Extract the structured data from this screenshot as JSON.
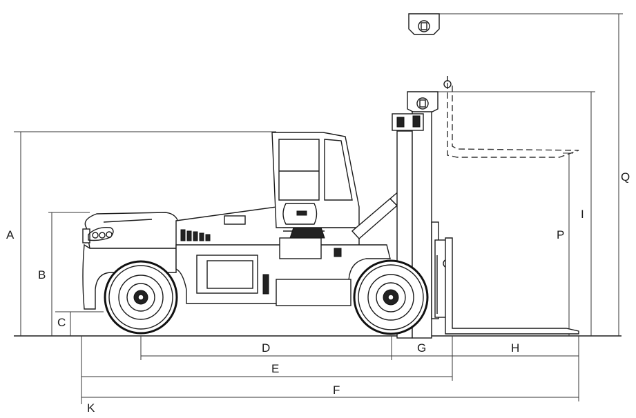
{
  "labels": {
    "A": "A",
    "B": "B",
    "C": "C",
    "D": "D",
    "E": "E",
    "F": "F",
    "G": "G",
    "H": "H",
    "I": "I",
    "P": "P",
    "Q": "Q",
    "K": "K"
  }
}
